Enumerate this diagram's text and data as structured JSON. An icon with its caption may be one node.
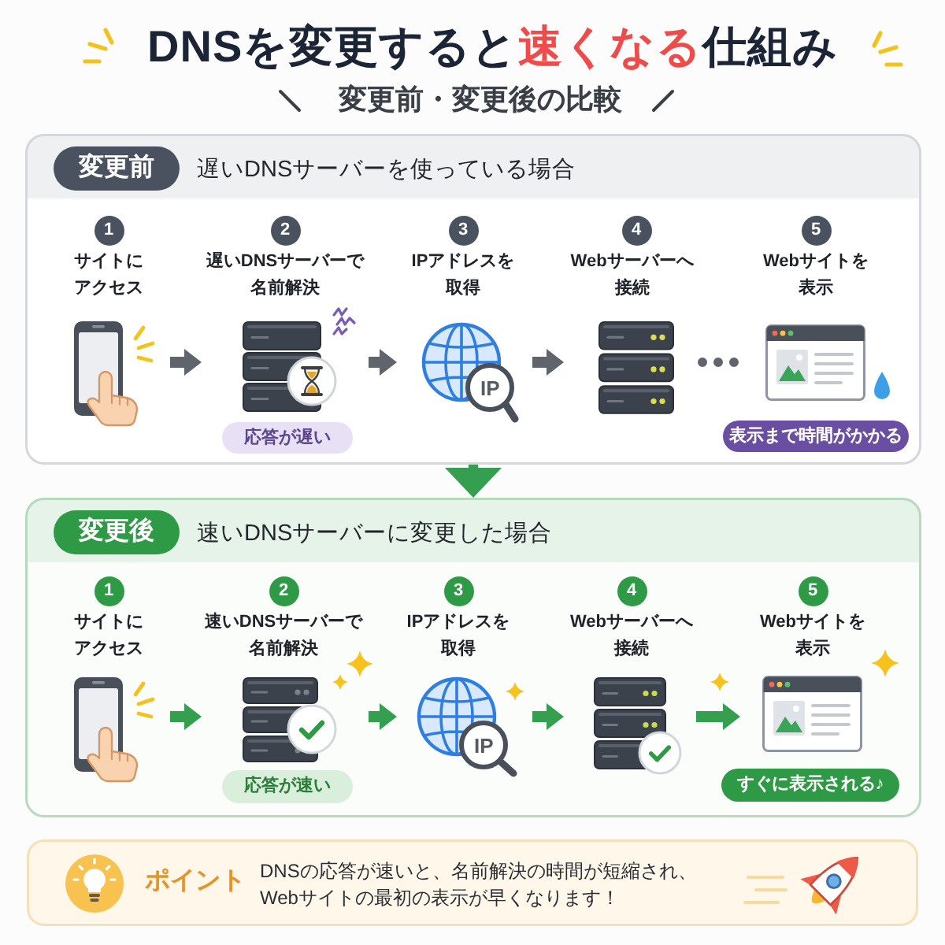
{
  "diagram": {
    "title": "DNSを変更すると**速くなる**仕組み",
    "nodes": [
      {
        "text": [
          "変更前",
          "遅いDNSサーバーを使っている場合"
        ]
      },
      {
        "text": [
          "1",
          "サイトにアクセス"
        ],
        "in": 0
      },
      {
        "text": [
          "2",
          "遅いDNSサーバーで名前解決"
        ],
        "in": 0,
        "beside": [
          "応答が遅い"
        ]
      },
      {
        "text": [
          "3",
          "IPアドレスを取得"
        ],
        "in": 0
      },
      {
        "text": [
          "4",
          "Webサーバーへ接続"
        ],
        "in": 0
      },
      {
        "text": [
          "5",
          "Webサイトを表示"
        ],
        "in": 0,
        "beside": [
          "表示まで時間がかかる"
        ]
      },
      {
        "text": [
          "変更後",
          "速いDNSサーバーに変更した場合"
        ]
      },
      {
        "text": [
          "1",
          "サイトにアクセス"
        ],
        "in": 6
      },
      {
        "text": [
          "2",
          "速いDNSサーバーで名前解決"
        ],
        "in": 6,
        "beside": [
          "応答が速い"
        ]
      },
      {
        "text": [
          "3",
          "IPアドレスを取得"
        ],
        "in": 6
      },
      {
        "text": [
          "4",
          "Webサーバーへ接続"
        ],
        "in": 6
      },
      {
        "text": [
          "5",
          "Webサイトを表示"
        ],
        "in": 6,
        "beside": [
          "すぐに表示される♪"
        ]
      },
      {
        "text": [
          "ポイント",
          "DNSの応答が速いと、名前解決の時間が短縮され、Webサイトの最初の表示が早くなります！"
        ]
      }
    ],
    "edges": [
      {
        "from": 1,
        "to": 2,
        "arrow": "to",
        "color": "#5f646d"
      },
      {
        "from": 2,
        "to": 3,
        "arrow": "to",
        "color": "#5f646d"
      },
      {
        "from": 3,
        "to": 4,
        "arrow": "to",
        "color": "#5f646d"
      },
      {
        "from": 4,
        "to": 5,
        "arrow": "none",
        "style": "dashed",
        "color": "#5f646d"
      },
      {
        "from": 0,
        "to": 6,
        "arrow": "to"
      },
      {
        "from": 7,
        "to": 8,
        "arrow": "to"
      },
      {
        "from": 8,
        "to": 9,
        "arrow": "to"
      },
      {
        "from": 9,
        "to": 10,
        "arrow": "to"
      },
      {
        "from": 10,
        "to": 11,
        "arrow": "to"
      }
    ],
    "labels": [
      "変更前・変更後の比較",
      "IP",
      "IP"
    ]
  }
}
